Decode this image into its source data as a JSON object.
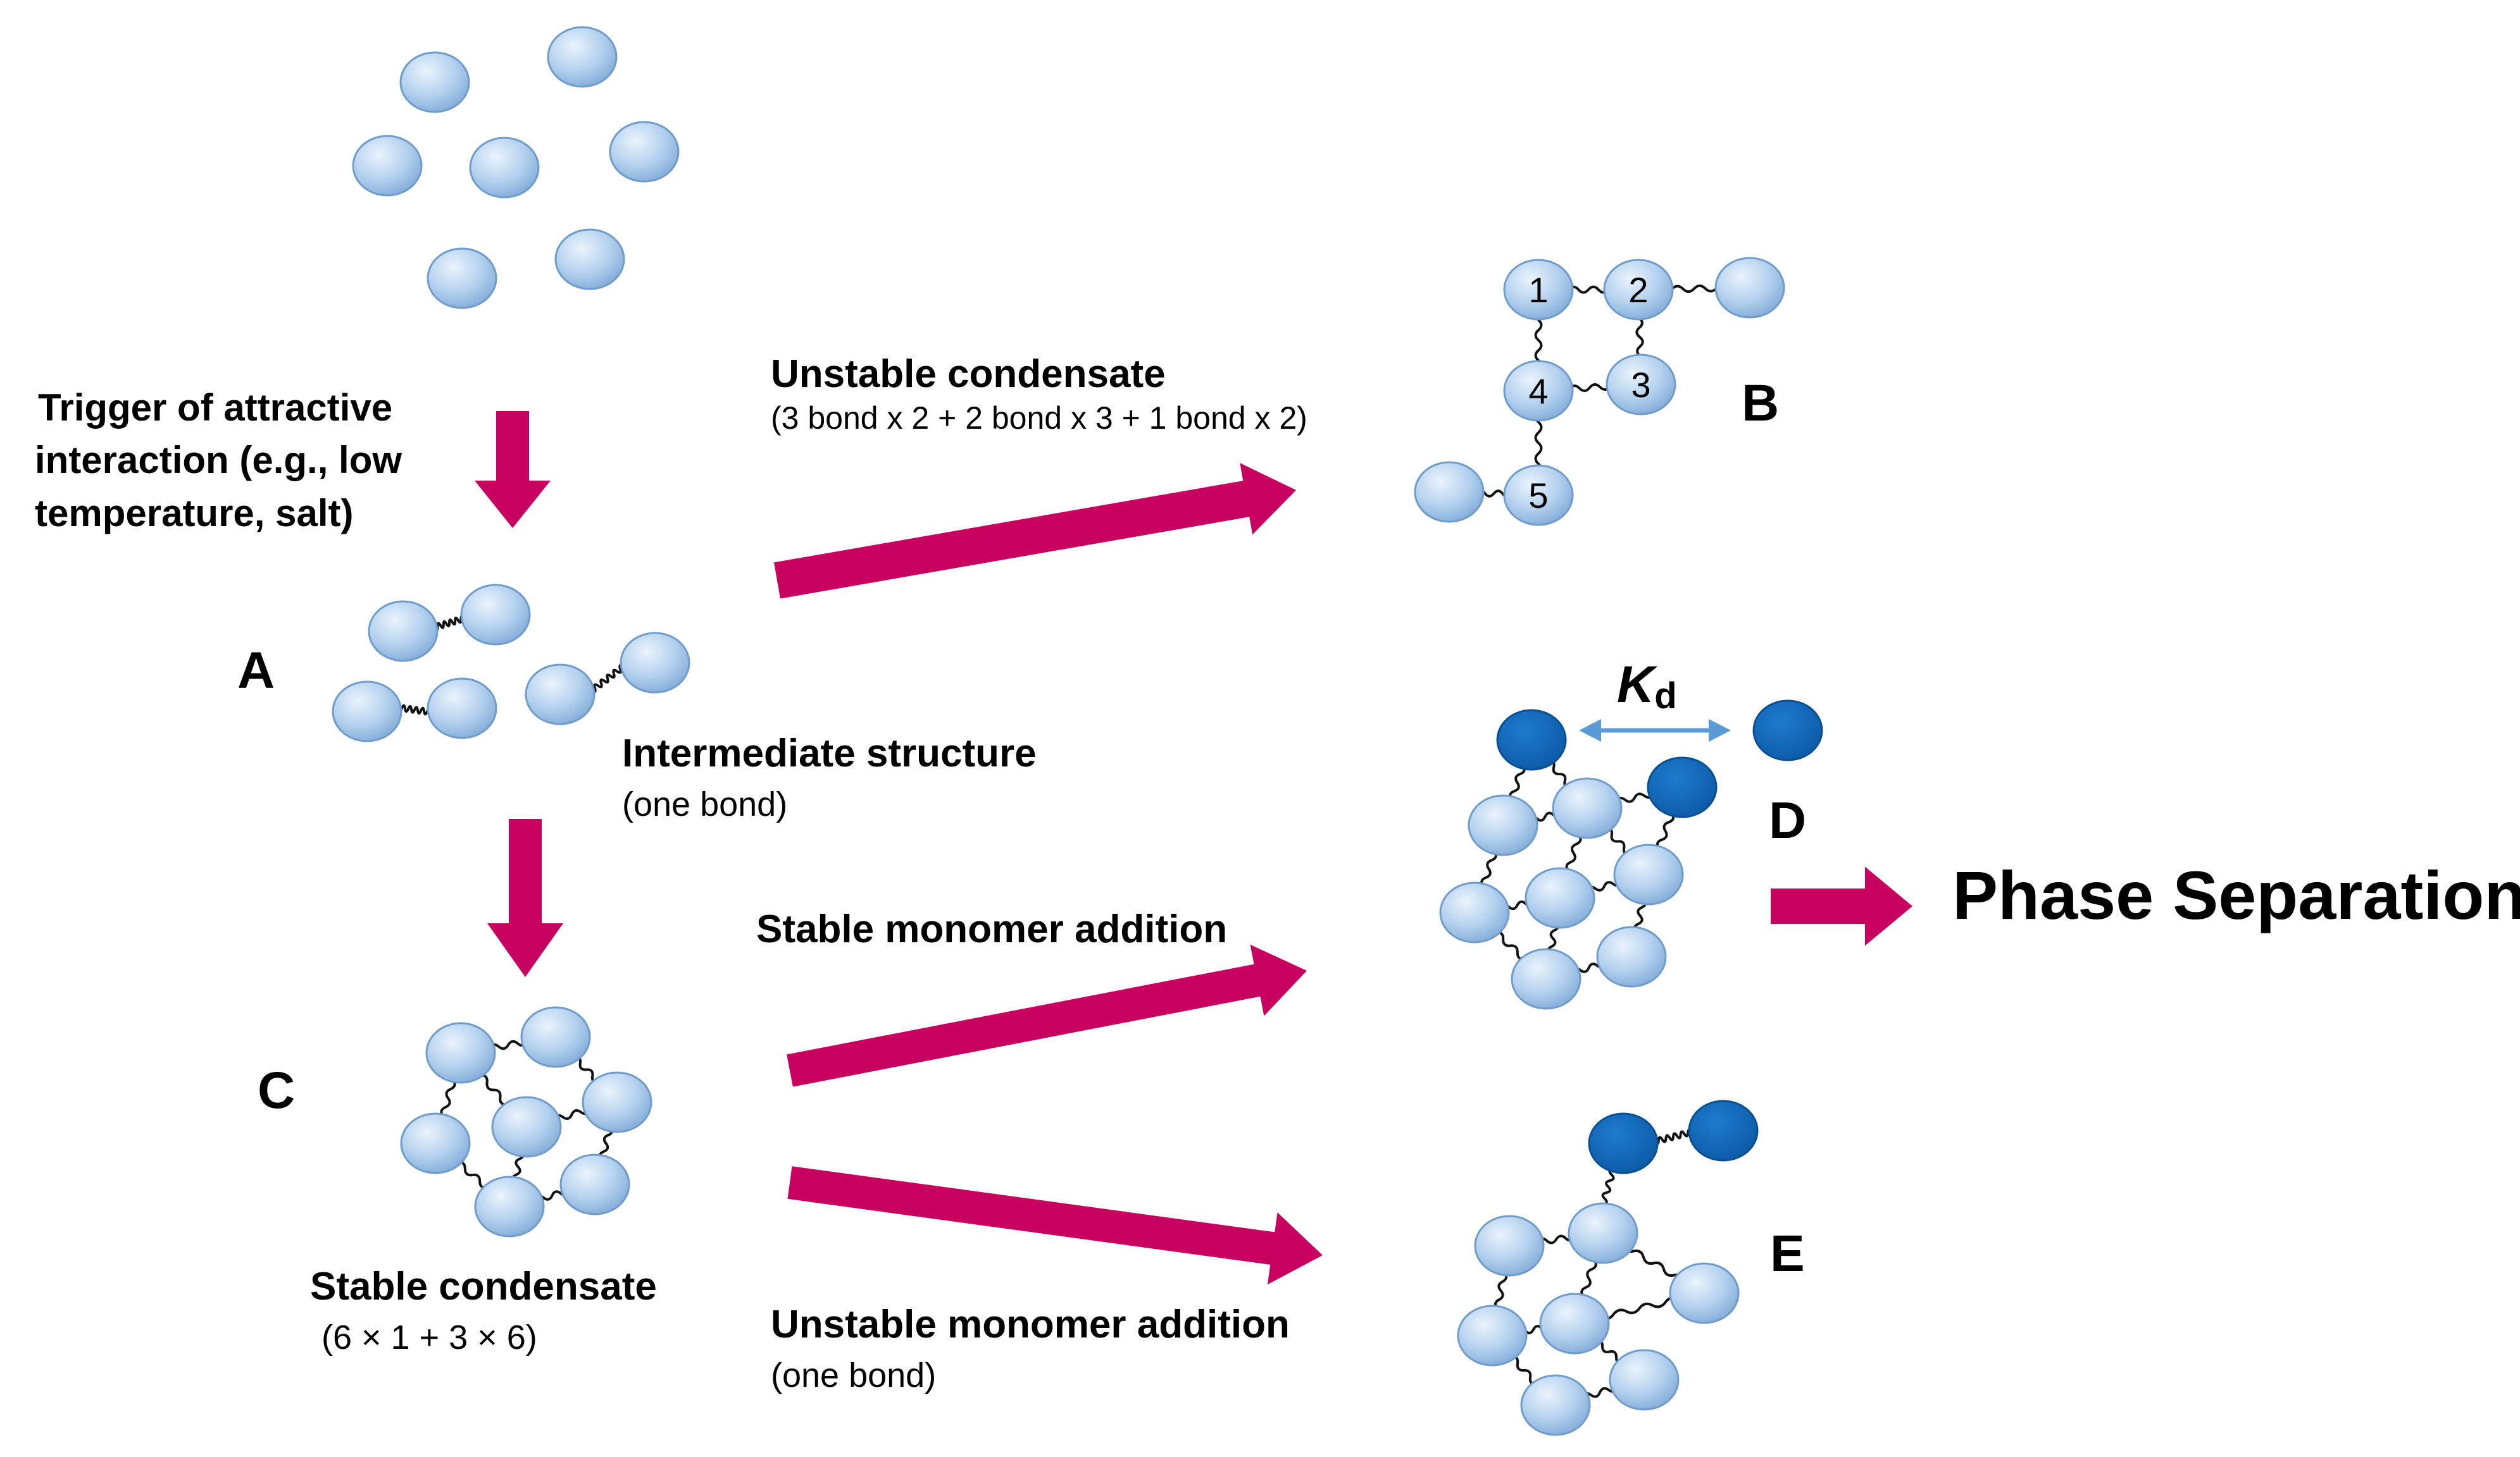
{
  "labels": {
    "A": "A",
    "B": "B",
    "C": "C",
    "D": "D",
    "E": "E"
  },
  "trigger": {
    "line1": "Trigger of attractive",
    "line2": "interaction (e.g., low",
    "line3": "temperature, salt)"
  },
  "unstable_condensate": {
    "title": "Unstable condensate",
    "detail": "(3 bond x 2 + 2 bond x 3 + 1 bond x 2)"
  },
  "intermediate": {
    "title": "Intermediate structure",
    "detail": "(one bond)"
  },
  "stable_condensate": {
    "title": "Stable condensate",
    "detail": "(6 × 1 + 3 × 6)"
  },
  "stable_monomer": {
    "title": "Stable monomer addition"
  },
  "unstable_monomer": {
    "title": "Unstable monomer addition",
    "detail": "(one bond)"
  },
  "kd": {
    "symbol": "K",
    "subscript": "d"
  },
  "phase_separation": "Phase Separation",
  "node_numbers": [
    "1",
    "2",
    "3",
    "4",
    "5"
  ],
  "colors": {
    "arrow": "#c8005f",
    "monomer_light": "#a9c9ec",
    "monomer_dark": "#0b63b6",
    "kd_arrow": "#5b9bd5"
  }
}
